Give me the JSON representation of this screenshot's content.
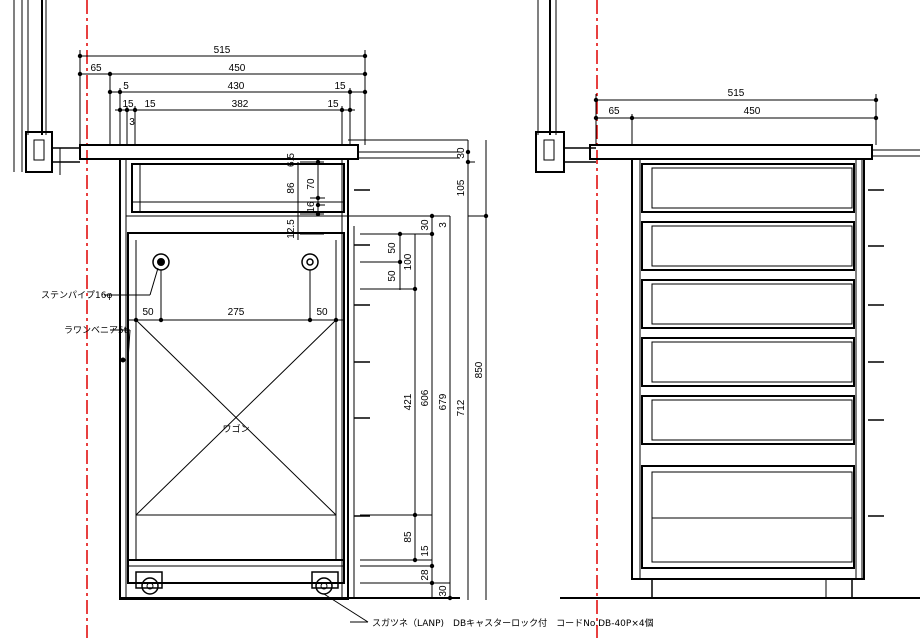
{
  "left_view": {
    "top_dims": [
      "515",
      "65",
      "450",
      "5",
      "430",
      "15",
      "15",
      "15",
      "382",
      "15",
      "3"
    ],
    "right_upper_dims": [
      "6.5",
      "30",
      "86",
      "70",
      "105",
      "16",
      "12.5"
    ],
    "right_lower_dims": [
      "30",
      "3",
      "50",
      "100",
      "50",
      "421",
      "606",
      "679",
      "712",
      "850",
      "85",
      "15",
      "28",
      "30"
    ],
    "inner_dims": [
      "50",
      "275",
      "50"
    ],
    "labels": {
      "stainless_pipe": "ステンパイプ16φ",
      "lauan_plywood": "ラワンベニア5t",
      "wagon": "ワゴン",
      "caster_note": "スガツネ（LANP)　DBキャスターロック付　コードNo.DB-40P×4個"
    }
  },
  "right_view": {
    "top_dims": [
      "515",
      "65",
      "450"
    ]
  },
  "colors": {
    "line": "#000000",
    "centerline": "#e00000"
  }
}
